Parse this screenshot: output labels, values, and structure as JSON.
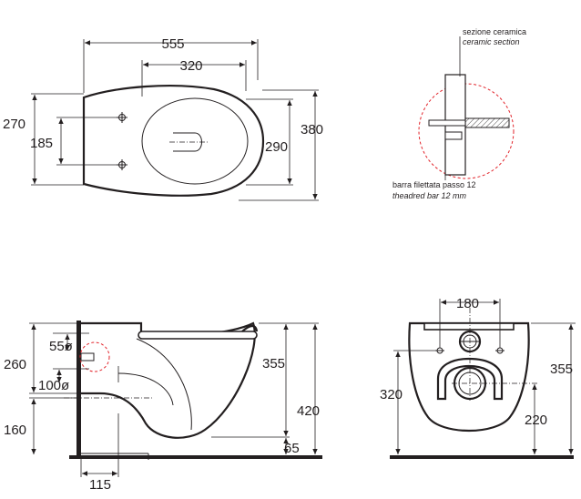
{
  "top_view": {
    "dim_length": "555",
    "dim_inner": "320",
    "dim_width": "380",
    "dim_seat": "290",
    "dim_left_outer": "270",
    "dim_left_inner": "185"
  },
  "detail": {
    "label_section_it": "sezione ceramica",
    "label_section_en": "ceramic section",
    "label_bar_it": "barra filettata passo 12",
    "label_bar_en": "theadred bar 12 mm"
  },
  "side_view": {
    "dim_pipe_small": "55ø",
    "dim_pipe_large": "100ø",
    "dim_260": "260",
    "dim_160": "160",
    "dim_355": "355",
    "dim_420": "420",
    "dim_65": "65",
    "dim_115": "115"
  },
  "back_view": {
    "dim_180": "180",
    "dim_320": "320",
    "dim_355": "355",
    "dim_220": "220"
  },
  "colors": {
    "line": "#231f20",
    "detail_dash": "#e2232a",
    "fill": "#ffffff"
  }
}
